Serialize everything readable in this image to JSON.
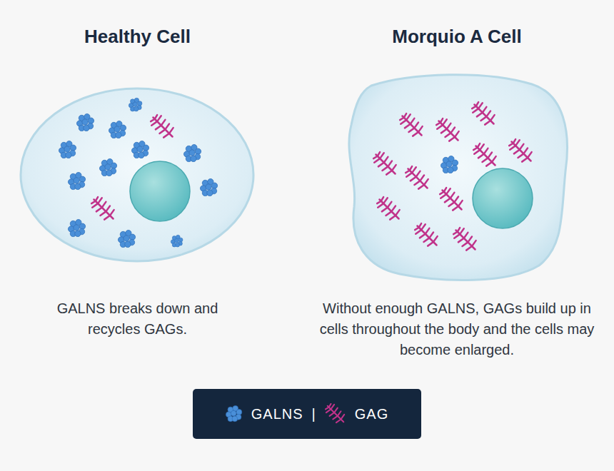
{
  "diagram": {
    "nodes": [
      {
        "text": [
          "Healthy Cell",
          "GALNS breaks down and recycles GAGs."
        ]
      },
      {
        "text": [
          "Morquio A Cell",
          "Without enough GALNS, GAGs build up in cells throughout the body and the cells may become enlarged."
        ]
      }
    ],
    "labels": [
      "|"
    ],
    "legend": [
      {
        "text": "GALNS"
      },
      {
        "text": "GAG"
      }
    ]
  }
}
